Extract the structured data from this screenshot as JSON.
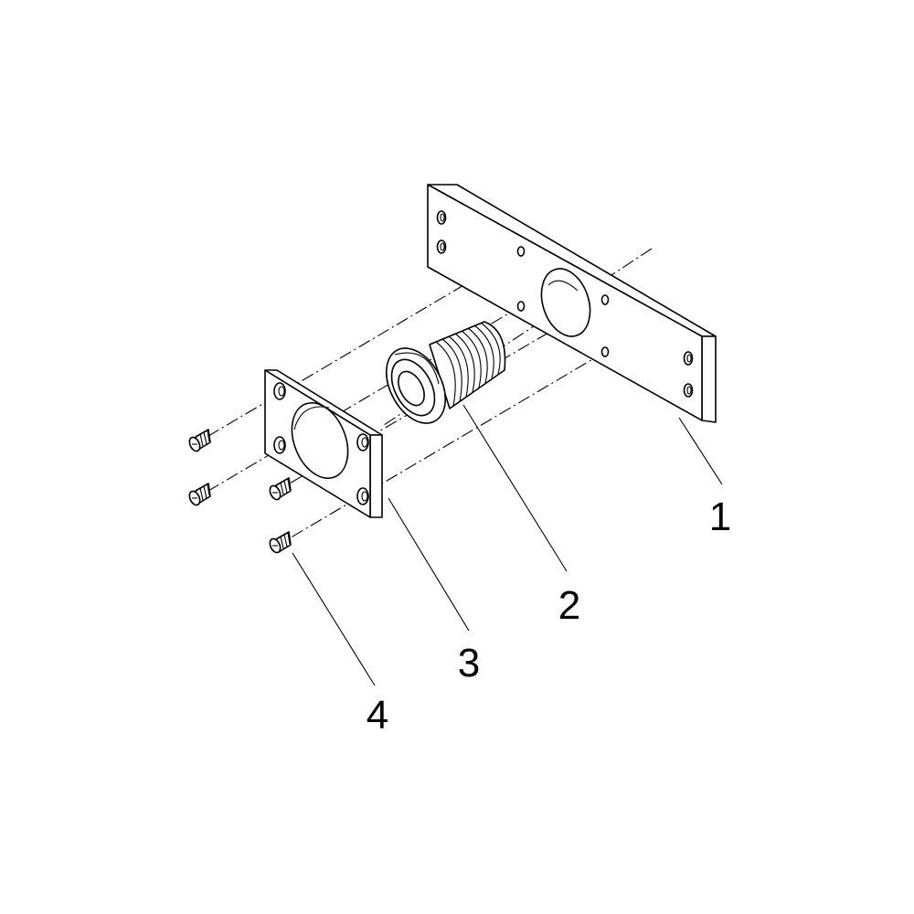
{
  "diagram": {
    "callouts": [
      {
        "id": "1",
        "label": "1",
        "part": "mounting-plate"
      },
      {
        "id": "2",
        "label": "2",
        "part": "threaded-fitting"
      },
      {
        "id": "3",
        "label": "3",
        "part": "flange-plate"
      },
      {
        "id": "4",
        "label": "4",
        "part": "countersunk-screw"
      }
    ]
  },
  "colors": {
    "line": "#000000",
    "background": "#ffffff"
  }
}
